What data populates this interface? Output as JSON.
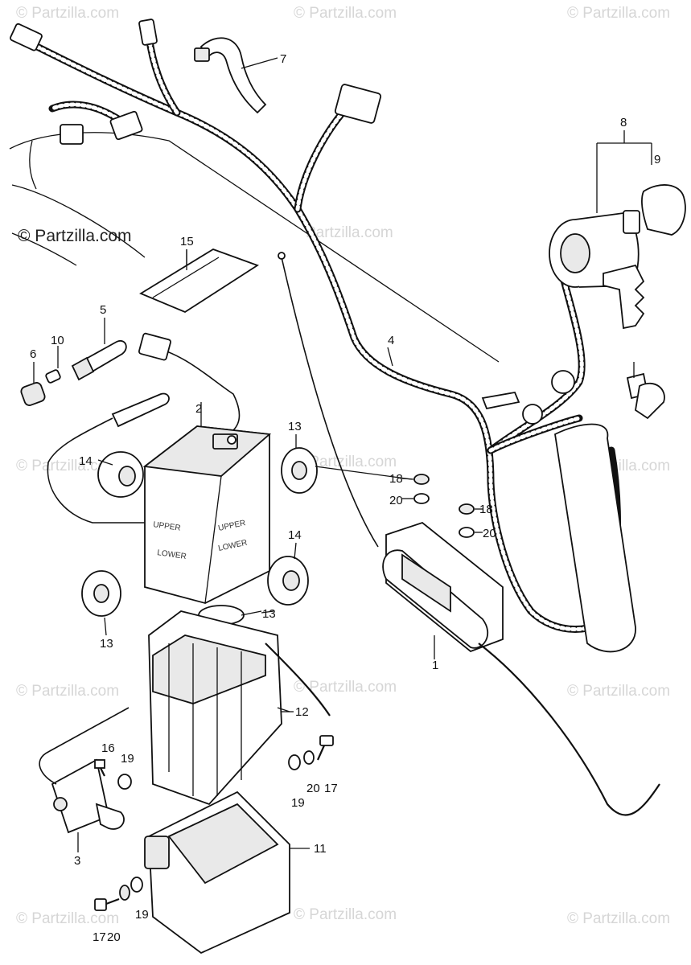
{
  "watermarks": {
    "site": "© Partzilla.com",
    "site_short": "Partzilla.com",
    "prominent": "© Partzilla.com"
  },
  "battery": {
    "upper_left": "UPPER",
    "lower_left": "LOWER",
    "upper_right": "UPPER",
    "lower_right": "LOWER"
  },
  "callouts": {
    "c1": "1",
    "c2": "2",
    "c3": "3",
    "c4": "4",
    "c5": "5",
    "c6": "6",
    "c7": "7",
    "c8": "8",
    "c9": "9",
    "c10": "10",
    "c11": "11",
    "c12": "12",
    "c13a": "13",
    "c13b": "13",
    "c13c": "13",
    "c14a": "14",
    "c14b": "14",
    "c15": "15",
    "c16": "16",
    "c17a": "17",
    "c17b": "17",
    "c18a": "18",
    "c18b": "18",
    "c19a": "19",
    "c19b": "19",
    "c19c": "19",
    "c20a": "20",
    "c20b": "20",
    "c20c": "20",
    "c20d": "20"
  }
}
